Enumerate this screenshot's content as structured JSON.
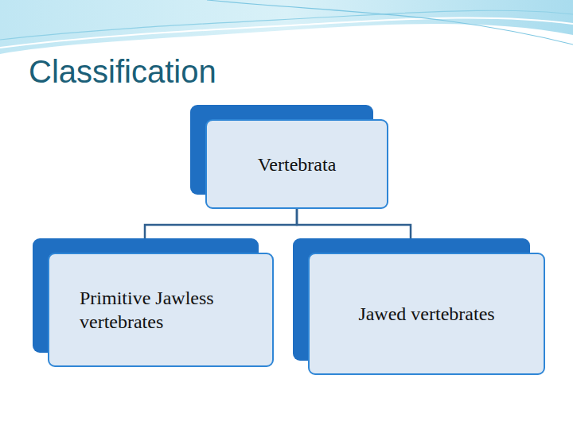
{
  "diagram": {
    "title": "Classification",
    "nodes": [
      {
        "text": [
          "Vertebrata"
        ]
      },
      {
        "text": [
          "Primitive Jawless vertebrates"
        ]
      },
      {
        "text": [
          "Jawed vertebrates"
        ]
      }
    ],
    "edges": [
      {
        "from": 0,
        "to": 1,
        "arrow": "none"
      },
      {
        "from": 0,
        "to": 2,
        "arrow": "none"
      }
    ]
  }
}
